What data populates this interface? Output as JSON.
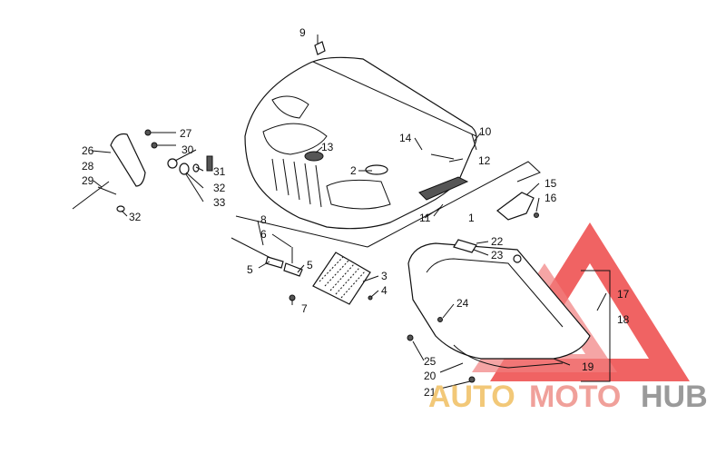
{
  "diagram": {
    "callouts": [
      {
        "id": "c1",
        "text": "1"
      },
      {
        "id": "c2",
        "text": "2"
      },
      {
        "id": "c3",
        "text": "3"
      },
      {
        "id": "c4",
        "text": "4"
      },
      {
        "id": "c5a",
        "text": "5"
      },
      {
        "id": "c5b",
        "text": "5"
      },
      {
        "id": "c6",
        "text": "6"
      },
      {
        "id": "c7",
        "text": "7"
      },
      {
        "id": "c8",
        "text": "8"
      },
      {
        "id": "c9",
        "text": "9"
      },
      {
        "id": "c10",
        "text": "10"
      },
      {
        "id": "c11",
        "text": "11"
      },
      {
        "id": "c12",
        "text": "12"
      },
      {
        "id": "c13",
        "text": "13"
      },
      {
        "id": "c14",
        "text": "14"
      },
      {
        "id": "c15",
        "text": "15"
      },
      {
        "id": "c16",
        "text": "16"
      },
      {
        "id": "c17",
        "text": "17"
      },
      {
        "id": "c18",
        "text": "18"
      },
      {
        "id": "c19",
        "text": "19"
      },
      {
        "id": "c20",
        "text": "20"
      },
      {
        "id": "c21",
        "text": "21"
      },
      {
        "id": "c22",
        "text": "22"
      },
      {
        "id": "c23",
        "text": "23"
      },
      {
        "id": "c24",
        "text": "24"
      },
      {
        "id": "c25",
        "text": "25"
      },
      {
        "id": "c26",
        "text": "26"
      },
      {
        "id": "c27",
        "text": "27"
      },
      {
        "id": "c28",
        "text": "28"
      },
      {
        "id": "c29",
        "text": "29"
      },
      {
        "id": "c30",
        "text": "30"
      },
      {
        "id": "c31",
        "text": "31"
      },
      {
        "id": "c32a",
        "text": "32"
      },
      {
        "id": "c32b",
        "text": "32"
      },
      {
        "id": "c33",
        "text": "33"
      }
    ]
  },
  "watermark": {
    "part1": "AUTO",
    "part2": "MOTO",
    "part3": "HUB",
    "colors": {
      "auto": "#f2c878",
      "moto": "#f0a09a",
      "hub": "#9a9a9a",
      "triangle": "#ee4848"
    }
  }
}
